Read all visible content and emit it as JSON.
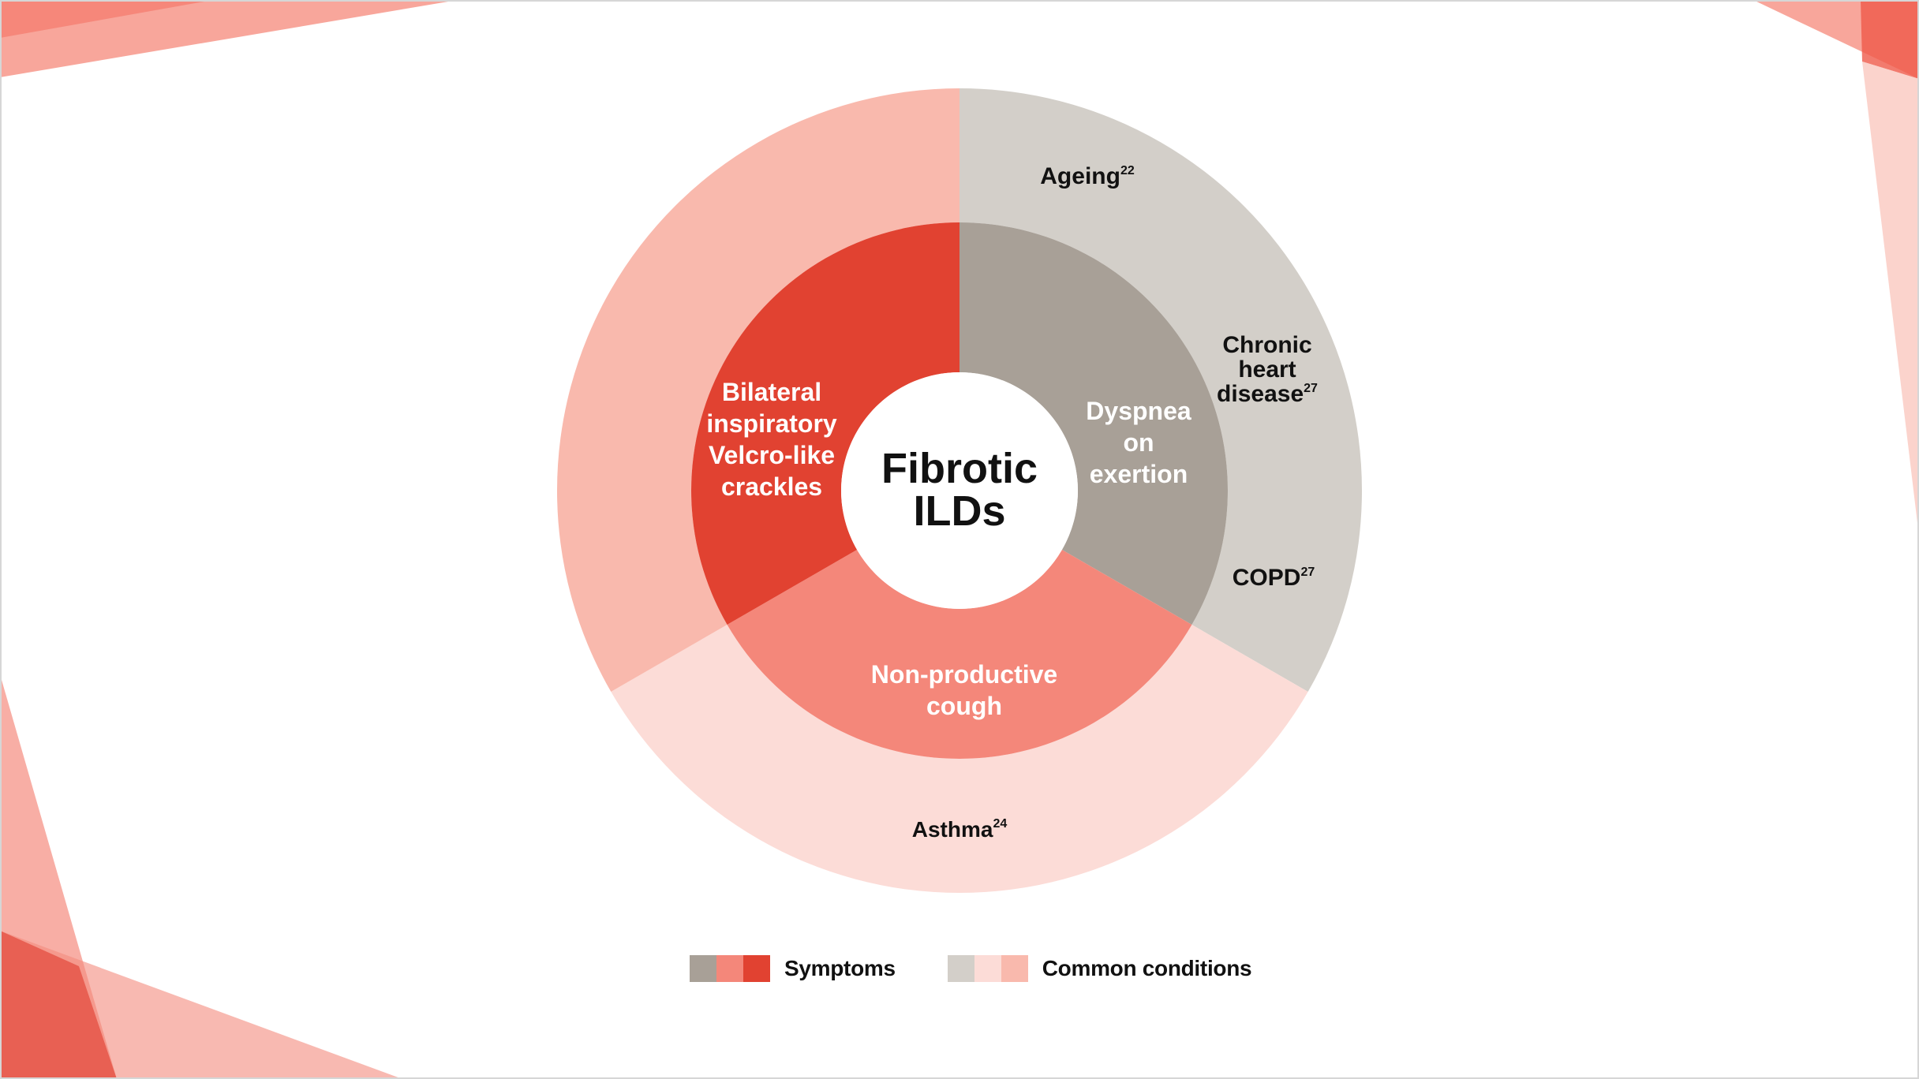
{
  "center": {
    "line1": "Fibrotic",
    "line2": "ILDs"
  },
  "symptoms": {
    "dyspnea": {
      "lines": [
        "Dyspnea",
        "on",
        "exertion"
      ]
    },
    "cough": {
      "lines": [
        "Non-productive",
        "cough"
      ]
    },
    "crackles": {
      "lines": [
        "Bilateral",
        "inspiratory",
        "Velcro-like",
        "crackles"
      ]
    }
  },
  "conditions": {
    "ageing": {
      "label": "Ageing",
      "ref": "22"
    },
    "chronic_heart_disease": {
      "lines": [
        "Chronic",
        "heart",
        "disease"
      ],
      "ref": "27"
    },
    "copd": {
      "label": "COPD",
      "ref": "27"
    },
    "asthma": {
      "label": "Asthma",
      "ref": "24"
    }
  },
  "legend": {
    "symptoms": {
      "label": "Symptoms",
      "swatches": [
        "#a8a097",
        "#f4877a",
        "#e14231"
      ]
    },
    "conditions": {
      "label": "Common conditions",
      "swatches": [
        "#d3cfc9",
        "#fcdcd7",
        "#f9b9ad"
      ]
    }
  },
  "colors": {
    "inner_dyspnea": "#a8a097",
    "inner_cough": "#f4877a",
    "inner_crackles": "#e14231",
    "outer_grey": "#d3cfc9",
    "outer_pale_pink": "#fcdcd7",
    "outer_pink": "#f9b9ad",
    "dark_label": "#111111",
    "light_label": "#ffffff"
  }
}
